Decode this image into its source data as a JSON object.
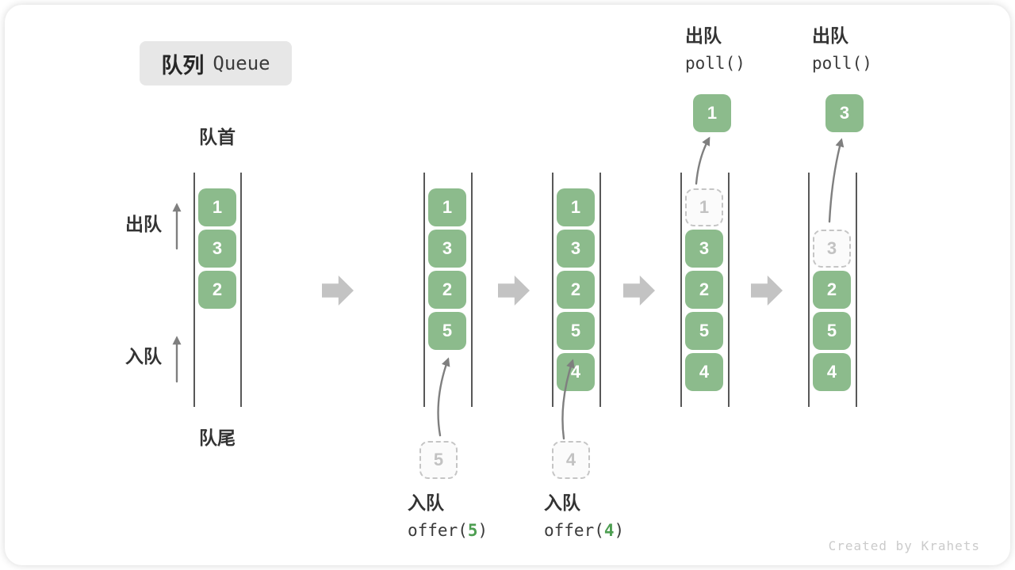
{
  "title": {
    "zh": "队列",
    "en": "Queue"
  },
  "labels": {
    "front": "队首",
    "rear": "队尾",
    "dequeue": "出队",
    "enqueue": "入队"
  },
  "steps": {
    "enqueue5": {
      "action": "入队",
      "fn": "offer(",
      "arg": "5",
      "end": ")"
    },
    "enqueue4": {
      "action": "入队",
      "fn": "offer(",
      "arg": "4",
      "end": ")"
    },
    "dequeue1": {
      "action": "出队",
      "code": "poll()"
    },
    "dequeue3": {
      "action": "出队",
      "code": "poll()"
    }
  },
  "queues": [
    {
      "boxes": [
        "1",
        "3",
        "2"
      ]
    },
    {
      "boxes": [
        "1",
        "3",
        "2",
        "5"
      ],
      "incoming": "5"
    },
    {
      "boxes": [
        "1",
        "3",
        "2",
        "5",
        "4"
      ],
      "incoming": "4"
    },
    {
      "boxes": [
        "3",
        "2",
        "5",
        "4"
      ],
      "ghost": "1",
      "outgoing": "1"
    },
    {
      "boxes": [
        "2",
        "5",
        "4"
      ],
      "ghost": "3",
      "outgoing": "3"
    }
  ],
  "watermark": "Created by Krahets",
  "colors": {
    "box_green": "#8cbb8c",
    "code_green": "#4d9e51",
    "block_arrow_gray": "#c3c3c3",
    "wall_gray": "#585858",
    "ghost_gray": "#c5c5c5",
    "title_bg": "#e7e7e7"
  }
}
